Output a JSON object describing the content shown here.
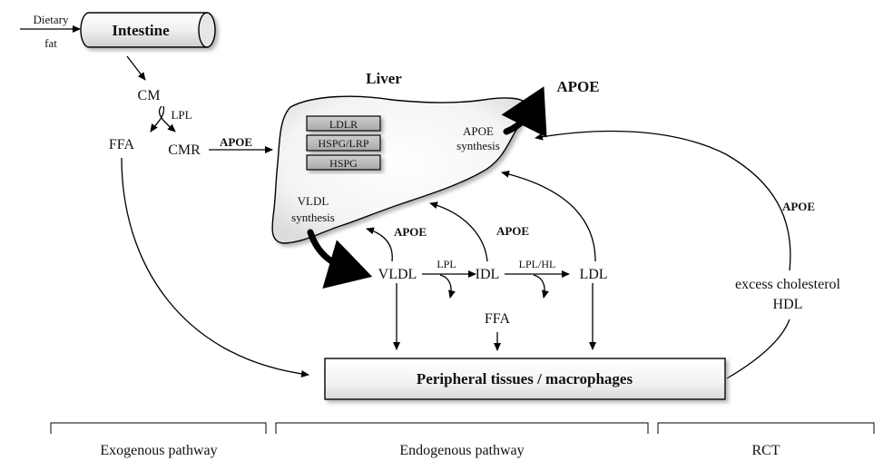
{
  "nodes": {
    "dietary_fat": [
      "Dietary",
      "fat"
    ],
    "intestine": "Intestine",
    "cm": "CM",
    "lpl_cm": "LPL",
    "ffa_left": "FFA",
    "cmr": "CMR",
    "apoe_cmr": "APOE",
    "liver": "Liver",
    "ldlr": "LDLR",
    "hspg_lrp": "HSPG/LRP",
    "hspg": "HSPG",
    "apoe_synthesis": [
      "APOE",
      "synthesis"
    ],
    "apoe_out": "APOE",
    "vldl_synthesis": [
      "VLDL",
      "synthesis"
    ],
    "apoe_vldl": "APOE",
    "apoe_idl": "APOE",
    "apoe_hdl": "APOE",
    "vldl": "VLDL",
    "lpl_vldl": "LPL",
    "idl": "IDL",
    "lpl_hl": "LPL/HL",
    "ldl": "LDL",
    "ffa_bottom": "FFA",
    "hdl": [
      "excess cholesterol",
      "HDL"
    ],
    "peripheral": "Peripheral tissues / macrophages"
  },
  "pathways": {
    "exogenous": "Exogenous pathway",
    "endogenous": "Endogenous pathway",
    "rct": "RCT"
  }
}
